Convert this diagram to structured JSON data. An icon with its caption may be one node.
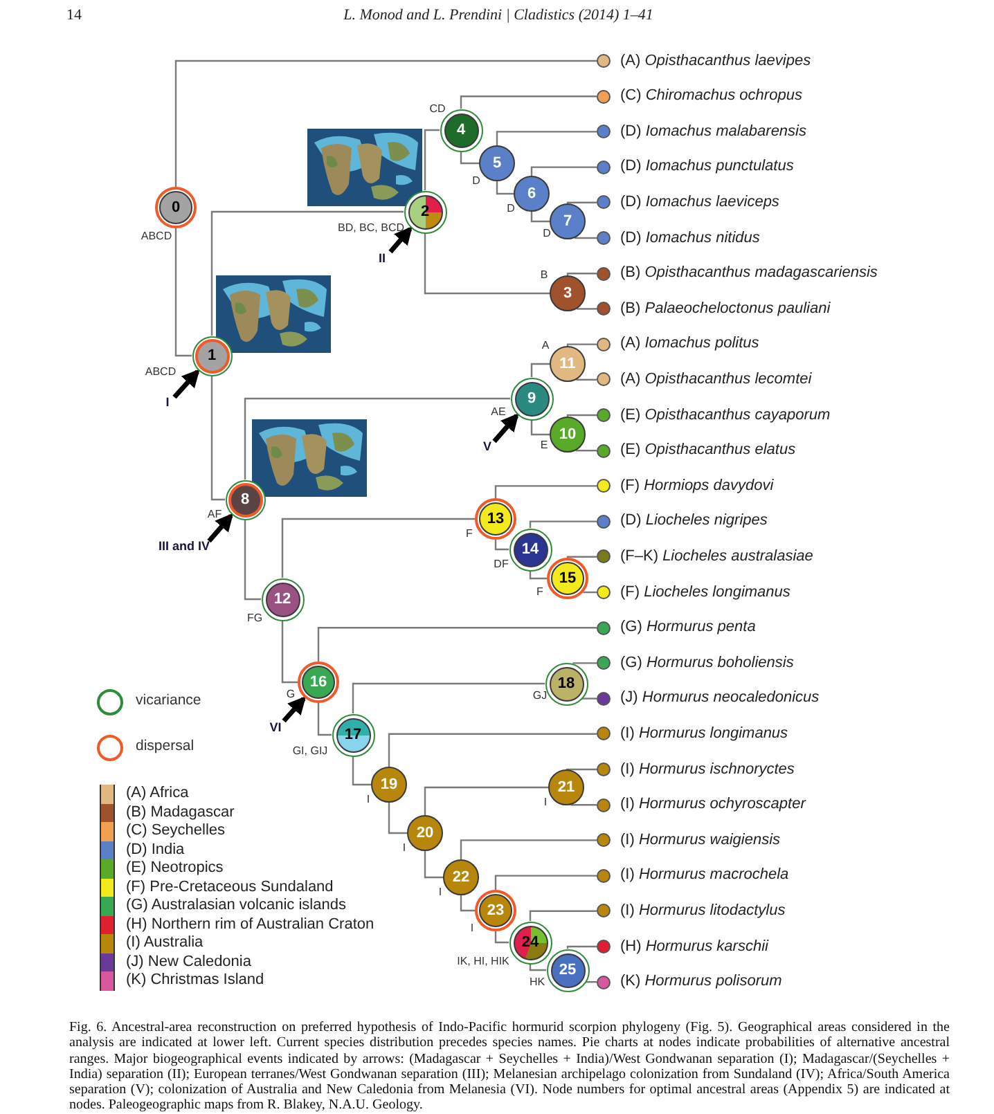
{
  "diagram": {
    "caption": "Fig. 6. Ancestral-area reconstruction on preferred hypothesis of Indo-Pacific hormurid scorpion phylogeny (Fig. 5). Geographical areas considered in the analysis are indicated at lower left. Current species distribution precedes species names. Pie charts at nodes indicate probabilities of alternative ancestral ranges. Major biogeographical events indicated by arrows: (Madagascar + Seychelles + India)/West Gondwanan separation (I); Madagascar/(Seychelles + India) separation (II); European terranes/West Gondwanan separation (III); Melanesian archipelago colonization from Sundaland (IV); Africa/South America separation (V); colonization of Australia and New Caledonia from Melanesia (VI). Node numbers for optimal ancestral areas (Appendix 5) are indicated at nodes. Paleogeographic maps from R. Blakey, N.A.U. Geology.",
    "nodes": [
      {
        "text": [
          "0"
        ],
        "beside": [
          "ABCD"
        ]
      },
      {
        "text": [
          "1"
        ],
        "beside": [
          "ABCD"
        ]
      },
      {
        "text": [
          "2"
        ],
        "beside": [
          "BD, BC, BCD"
        ]
      },
      {
        "text": [
          "3"
        ],
        "beside": [
          "B"
        ]
      },
      {
        "text": [
          "4"
        ],
        "beside": [
          "CD"
        ]
      },
      {
        "text": [
          "5"
        ],
        "beside": [
          "D"
        ]
      },
      {
        "text": [
          "6"
        ],
        "beside": [
          "D"
        ]
      },
      {
        "text": [
          "7"
        ],
        "beside": [
          "D"
        ]
      },
      {
        "text": [
          "8"
        ],
        "beside": [
          "AF"
        ]
      },
      {
        "text": [
          "9"
        ],
        "beside": [
          "AE"
        ]
      },
      {
        "text": [
          "10"
        ],
        "beside": [
          "E"
        ]
      },
      {
        "text": [
          "11"
        ],
        "beside": [
          "A"
        ]
      },
      {
        "text": [
          "12"
        ],
        "beside": [
          "FG"
        ]
      },
      {
        "text": [
          "13"
        ],
        "beside": [
          "F"
        ]
      },
      {
        "text": [
          "14"
        ],
        "beside": [
          "DF"
        ]
      },
      {
        "text": [
          "15"
        ],
        "beside": [
          "F"
        ]
      },
      {
        "text": [
          "16"
        ],
        "beside": [
          "G"
        ]
      },
      {
        "text": [
          "17"
        ],
        "beside": [
          "GI, GIJ"
        ]
      },
      {
        "text": [
          "18"
        ],
        "beside": [
          "GJ"
        ]
      },
      {
        "text": [
          "19"
        ],
        "beside": [
          "I"
        ]
      },
      {
        "text": [
          "20"
        ],
        "beside": [
          "I"
        ]
      },
      {
        "text": [
          "21"
        ],
        "beside": [
          "I"
        ]
      },
      {
        "text": [
          "22"
        ],
        "beside": [
          "I"
        ]
      },
      {
        "text": [
          "23"
        ],
        "beside": [
          "I"
        ]
      },
      {
        "text": [
          "24"
        ],
        "beside": [
          "IK, HI, HIK"
        ]
      },
      {
        "text": [
          "25"
        ],
        "beside": [
          "HK"
        ]
      },
      {
        "text": [
          "(A) *Opisthacanthus laevipes*"
        ]
      },
      {
        "text": [
          "(C) *Chiromachus ochropus*"
        ]
      },
      {
        "text": [
          "(D) *Iomachus malabarensis*"
        ]
      },
      {
        "text": [
          "(D) *Iomachus punctulatus*"
        ]
      },
      {
        "text": [
          "(D) *Iomachus laeviceps*"
        ]
      },
      {
        "text": [
          "(D) *Iomachus nitidus*"
        ]
      },
      {
        "text": [
          "(B) *Opisthacanthus madagascariensis*"
        ]
      },
      {
        "text": [
          "(B) *Palaeocheloctonus pauliani*"
        ]
      },
      {
        "text": [
          "(A) *Iomachus politus*"
        ]
      },
      {
        "text": [
          "(A) *Opisthacanthus lecomtei*"
        ]
      },
      {
        "text": [
          "(E) *Opisthacanthus cayaporum*"
        ]
      },
      {
        "text": [
          "(E) *Opisthacanthus elatus*"
        ]
      },
      {
        "text": [
          "(F) *Hormiops davydovi*"
        ]
      },
      {
        "text": [
          "(D) *Liocheles nigripes*"
        ]
      },
      {
        "text": [
          "(F–K) *Liocheles australasiae*"
        ]
      },
      {
        "text": [
          "(F) *Liocheles longimanus*"
        ]
      },
      {
        "text": [
          "(G) *Hormurus penta*"
        ]
      },
      {
        "text": [
          "(G) *Hormurus boholiensis*"
        ]
      },
      {
        "text": [
          "(J) *Hormurus neocaledonicus*"
        ]
      },
      {
        "text": [
          "(I) *Hormurus longimanus*"
        ]
      },
      {
        "text": [
          "(I) *Hormurus ischnoryctes*"
        ]
      },
      {
        "text": [
          "(I) *Hormurus ochyroscapter*"
        ]
      },
      {
        "text": [
          "(I) *Hormurus waigiensis*"
        ]
      },
      {
        "text": [
          "(I) *Hormurus macrochela*"
        ]
      },
      {
        "text": [
          "(I) *Hormurus litodactylus*"
        ]
      },
      {
        "text": [
          "(H) *Hormurus karschii*"
        ]
      },
      {
        "text": [
          "(K) *Hormurus polisorum*"
        ]
      }
    ],
    "edges": [
      {
        "from": 0,
        "to": 26,
        "arrow": "none"
      },
      {
        "from": 0,
        "to": 1,
        "arrow": "none"
      },
      {
        "from": 1,
        "to": 2,
        "arrow": "none"
      },
      {
        "from": 1,
        "to": 8,
        "arrow": "none"
      },
      {
        "from": 2,
        "to": 4,
        "arrow": "none"
      },
      {
        "from": 2,
        "to": 3,
        "arrow": "none"
      },
      {
        "from": 4,
        "to": 27,
        "arrow": "none"
      },
      {
        "from": 4,
        "to": 5,
        "arrow": "none"
      },
      {
        "from": 5,
        "to": 28,
        "arrow": "none"
      },
      {
        "from": 5,
        "to": 6,
        "arrow": "none"
      },
      {
        "from": 6,
        "to": 29,
        "arrow": "none"
      },
      {
        "from": 6,
        "to": 7,
        "arrow": "none"
      },
      {
        "from": 7,
        "to": 30,
        "arrow": "none"
      },
      {
        "from": 7,
        "to": 31,
        "arrow": "none"
      },
      {
        "from": 3,
        "to": 32,
        "arrow": "none"
      },
      {
        "from": 3,
        "to": 33,
        "arrow": "none"
      },
      {
        "from": 8,
        "to": 9,
        "arrow": "none"
      },
      {
        "from": 8,
        "to": 12,
        "arrow": "none"
      },
      {
        "from": 9,
        "to": 11,
        "arrow": "none"
      },
      {
        "from": 9,
        "to": 10,
        "arrow": "none"
      },
      {
        "from": 11,
        "to": 34,
        "arrow": "none"
      },
      {
        "from": 11,
        "to": 35,
        "arrow": "none"
      },
      {
        "from": 10,
        "to": 36,
        "arrow": "none"
      },
      {
        "from": 10,
        "to": 37,
        "arrow": "none"
      },
      {
        "from": 12,
        "to": 13,
        "arrow": "none"
      },
      {
        "from": 12,
        "to": 16,
        "arrow": "none"
      },
      {
        "from": 13,
        "to": 38,
        "arrow": "none"
      },
      {
        "from": 13,
        "to": 14,
        "arrow": "none"
      },
      {
        "from": 14,
        "to": 39,
        "arrow": "none"
      },
      {
        "from": 14,
        "to": 15,
        "arrow": "none"
      },
      {
        "from": 15,
        "to": 40,
        "arrow": "none"
      },
      {
        "from": 15,
        "to": 41,
        "arrow": "none"
      },
      {
        "from": 16,
        "to": 42,
        "arrow": "none"
      },
      {
        "from": 16,
        "to": 17,
        "arrow": "none"
      },
      {
        "from": 17,
        "to": 18,
        "arrow": "none"
      },
      {
        "from": 17,
        "to": 19,
        "arrow": "none"
      },
      {
        "from": 18,
        "to": 43,
        "arrow": "none"
      },
      {
        "from": 18,
        "to": 44,
        "arrow": "none"
      },
      {
        "from": 19,
        "to": 45,
        "arrow": "none"
      },
      {
        "from": 19,
        "to": 20,
        "arrow": "none"
      },
      {
        "from": 20,
        "to": 21,
        "arrow": "none"
      },
      {
        "from": 20,
        "to": 22,
        "arrow": "none"
      },
      {
        "from": 21,
        "to": 46,
        "arrow": "none"
      },
      {
        "from": 21,
        "to": 47,
        "arrow": "none"
      },
      {
        "from": 22,
        "to": 48,
        "arrow": "none"
      },
      {
        "from": 22,
        "to": 23,
        "arrow": "none"
      },
      {
        "from": 23,
        "to": 49,
        "arrow": "none"
      },
      {
        "from": 23,
        "to": 24,
        "arrow": "none"
      },
      {
        "from": 24,
        "to": 50,
        "arrow": "none"
      },
      {
        "from": 24,
        "to": 25,
        "arrow": "none"
      },
      {
        "from": 25,
        "to": 51,
        "arrow": "none"
      },
      {
        "from": 25,
        "to": 52,
        "arrow": "none"
      },
      {
        "from": null,
        "to": 1,
        "arrow": "to",
        "label": "I",
        "style": "thick",
        "color": "#000000"
      },
      {
        "from": null,
        "to": 2,
        "arrow": "to",
        "label": "II",
        "style": "thick",
        "color": "#000000"
      },
      {
        "from": null,
        "to": 8,
        "arrow": "to",
        "label": "III and IV",
        "style": "thick",
        "color": "#000000"
      },
      {
        "from": null,
        "to": 9,
        "arrow": "to",
        "label": "V",
        "style": "thick",
        "color": "#000000"
      },
      {
        "from": null,
        "to": 16,
        "arrow": "to",
        "label": "VI",
        "style": "thick",
        "color": "#000000"
      }
    ],
    "labels": [
      "14",
      "L. Monod and L. Prendini | Cladistics (2014) 1–41"
    ],
    "legend": [
      {
        "text": "vicariance"
      },
      {
        "text": "dispersal"
      },
      {
        "text": "(A) Africa",
        "color": "#e2b882"
      },
      {
        "text": "(B) Madagascar",
        "color": "#a0522d"
      },
      {
        "text": "(C) Seychelles",
        "color": "#f0a050"
      },
      {
        "text": "(D) India",
        "color": "#5b80c8"
      },
      {
        "text": "(E) Neotropics",
        "color": "#58aa28"
      },
      {
        "text": "(F) Pre-Cretaceous Sundaland",
        "color": "#f2ea1c"
      },
      {
        "text": "(G) Australasian volcanic islands",
        "color": "#38a855"
      },
      {
        "text": "(H) Northern rim of Australian Craton",
        "color": "#e02030"
      },
      {
        "text": "(I) Australia",
        "color": "#b8860b"
      },
      {
        "text": "(J) New Caledonia",
        "color": "#6a3a98"
      },
      {
        "text": "(K) Christmas Island",
        "color": "#d858a0"
      }
    ]
  }
}
